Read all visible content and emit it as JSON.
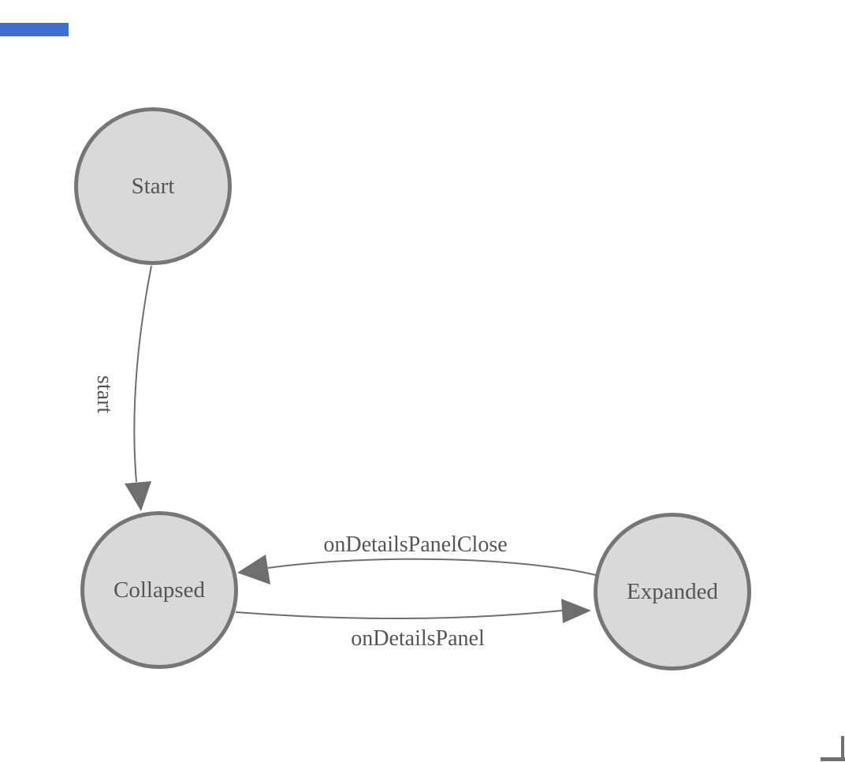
{
  "diagram": {
    "type": "state-machine",
    "states": [
      {
        "id": "start",
        "label": "Start"
      },
      {
        "id": "collapsed",
        "label": "Collapsed"
      },
      {
        "id": "expanded",
        "label": "Expanded"
      }
    ],
    "transitions": [
      {
        "from": "Start",
        "to": "Collapsed",
        "label": "start"
      },
      {
        "from": "Expanded",
        "to": "Collapsed",
        "label": "onDetailsPanelClose"
      },
      {
        "from": "Collapsed",
        "to": "Expanded",
        "label": "onDetailsPanel"
      }
    ],
    "colors": {
      "background": "#ffffff",
      "state_fill": "#d9d9d9",
      "state_border": "#767676",
      "edge_stroke": "#6e6e6e",
      "arrowhead_fill": "#6e6e6e",
      "label_text": "#555555",
      "accent_bar": "#3d6fd2",
      "corner_mark": "#707070"
    }
  }
}
